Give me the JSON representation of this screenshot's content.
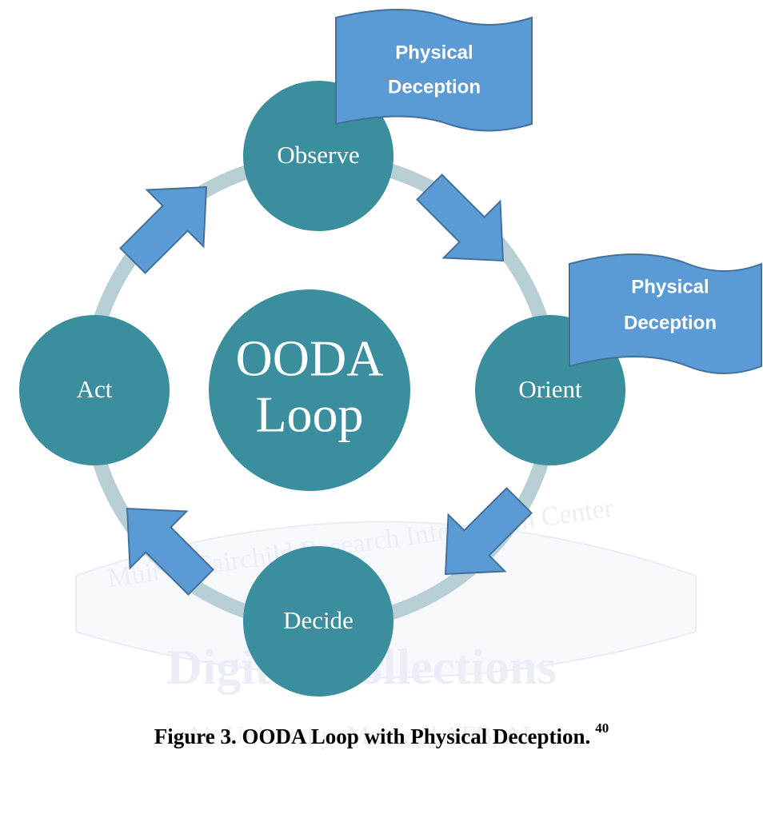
{
  "diagram": {
    "center": {
      "line1": "OODA",
      "line2": "Loop"
    },
    "nodes": {
      "observe": "Observe",
      "orient": "Orient",
      "decide": "Decide",
      "act": "Act"
    },
    "flags": [
      {
        "line1": "Physical",
        "line2": "Deception"
      },
      {
        "line1": "Physical",
        "line2": "Deception"
      }
    ],
    "watermark": {
      "line1": "Muir S. Fairchild Research Information Center",
      "line2": "Digital Collections",
      "line3": "Air University–Maxwell AFB, AL"
    },
    "colors": {
      "node": "#3a8e9e",
      "ring": "#b7ced4",
      "arrow": "#5b9bd5",
      "arrow_stroke": "#41719c",
      "flag": "#5b9bd5"
    }
  },
  "caption": {
    "text": "Figure 3.  OODA Loop with Physical Deception.",
    "superscript": "40"
  }
}
